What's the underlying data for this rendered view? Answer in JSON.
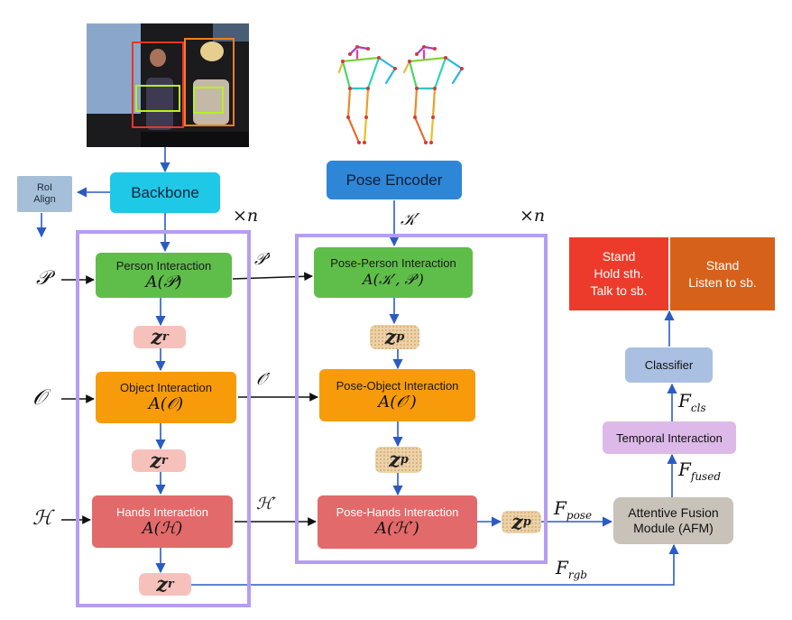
{
  "colors": {
    "arrow": "#2a5bc4",
    "purple_border": "#b59df2",
    "backbone": "#1fc8e6",
    "pose_encoder": "#2e86d6",
    "person_green": "#5fbe4a",
    "object_orange": "#f79b0b",
    "hands_red": "#e36a6a",
    "zr_pink": "#f6c1bb",
    "zp_tan": "#ecd2a8",
    "classifier_blue": "#aac0e2",
    "temporal_lavender": "#dcb9e8",
    "afm_gray": "#c8c2b8",
    "output_red": "#ec3b2a",
    "output_orange": "#d6611a",
    "roi_gray_blue": "#a5bfd9"
  },
  "repeat_n": "×n",
  "inputs": {
    "person": "𝒫",
    "object": "𝒪",
    "hands": "ℋ"
  },
  "roi_align": "RoI\nAlign",
  "backbone": "Backbone",
  "pose_encoder": "Pose Encoder",
  "kprime": "𝒦′",
  "rgb_branch": {
    "person": {
      "title": "Person Interaction",
      "formula": "A(𝒫)"
    },
    "object": {
      "title": "Object Interaction",
      "formula": "A(𝒪)"
    },
    "hands": {
      "title": "Hands Interaction",
      "formula": "A(ℋ)"
    }
  },
  "pose_branch": {
    "person": {
      "title": "Pose-Person Interaction",
      "formula": "A(𝒦′, 𝒫′)"
    },
    "object": {
      "title": "Pose-Object Interaction",
      "formula": "A(𝒪′)"
    },
    "hands": {
      "title": "Pose-Hands Interaction",
      "formula": "A(ℋ′)"
    }
  },
  "primes": {
    "person": "𝒫′",
    "object": "𝒪′",
    "hands": "ℋ′"
  },
  "z": {
    "letter": "z",
    "r_sub": "r",
    "p_sub": "p"
  },
  "features": {
    "pose": {
      "base": "F",
      "sub": "pose"
    },
    "rgb": {
      "base": "F",
      "sub": "rgb"
    },
    "fused": {
      "base": "F",
      "sub": "fused"
    },
    "cls": {
      "base": "F",
      "sub": "cls"
    }
  },
  "afm": "Attentive Fusion\nModule (AFM)",
  "temporal": "Temporal Interaction",
  "classifier": "Classifier",
  "outputs": {
    "left": "Stand\nHold sth.\nTalk to sb.",
    "right": "Stand\nListen to sb."
  }
}
